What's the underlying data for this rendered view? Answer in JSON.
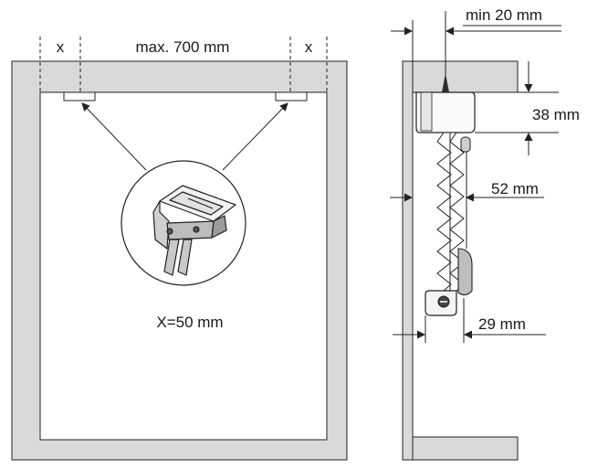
{
  "labels": {
    "x_left": "x",
    "x_right": "x",
    "max_width": "max. 700 mm",
    "bracket_offset": "X=50 mm",
    "min_depth": "min 20 mm",
    "headrail_height": "38 mm",
    "blind_depth": "52 mm",
    "bottom_depth": "29 mm"
  },
  "icons": {
    "bracket": "mounting-bracket-icon",
    "blind": "pleated-blind-icon"
  },
  "colors": {
    "frame_fill": "#d9d9d9",
    "line": "#222222",
    "text": "#1a1a1a"
  }
}
